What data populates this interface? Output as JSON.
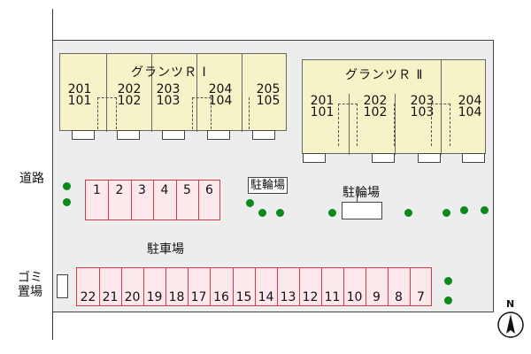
{
  "road_label": "道路",
  "parking_lot_label": "駐車場",
  "bike_parking_labels": [
    "駐輪場",
    "駐輪場"
  ],
  "garbage_label_1": "ゴミ",
  "garbage_label_2": "置場",
  "north_label": "N",
  "building_1": {
    "name": "グランツＲ Ⅰ",
    "units": [
      {
        "upper": "201",
        "lower": "101"
      },
      {
        "upper": "202",
        "lower": "102"
      },
      {
        "upper": "203",
        "lower": "103"
      },
      {
        "upper": "204",
        "lower": "104"
      },
      {
        "upper": "205",
        "lower": "105"
      }
    ]
  },
  "building_2": {
    "name": "グランツＲ Ⅱ",
    "units": [
      {
        "upper": "201",
        "lower": "101"
      },
      {
        "upper": "202",
        "lower": "102"
      },
      {
        "upper": "203",
        "lower": "103"
      },
      {
        "upper": "204",
        "lower": "104"
      }
    ]
  },
  "parking_upper": [
    "1",
    "2",
    "3",
    "4",
    "5",
    "6"
  ],
  "parking_lower": [
    "22",
    "21",
    "20",
    "19",
    "18",
    "17",
    "16",
    "15",
    "14",
    "13",
    "12",
    "11",
    "10",
    "9",
    "8",
    "7"
  ],
  "colors": {
    "building_fill": "#f6f3c8",
    "parking_fill": "#fde8ec",
    "parking_stroke": "#d23a4a",
    "tree": "#0a8a1a",
    "site": "#ededed"
  }
}
